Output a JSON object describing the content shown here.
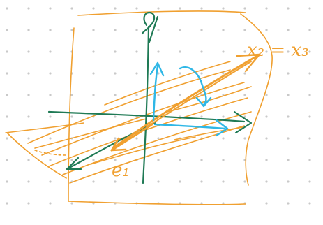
{
  "canvas": {
    "background": "#ffffff",
    "dot_grid": true,
    "dot_color": "#c9c9c9"
  },
  "colors": {
    "orange": "#f0a030",
    "green": "#1f7a55",
    "cyan": "#2fb7e6"
  },
  "labels": {
    "top_axis": "e",
    "plane_line": "x₂ = x₃",
    "basis_vector": "e₁"
  }
}
